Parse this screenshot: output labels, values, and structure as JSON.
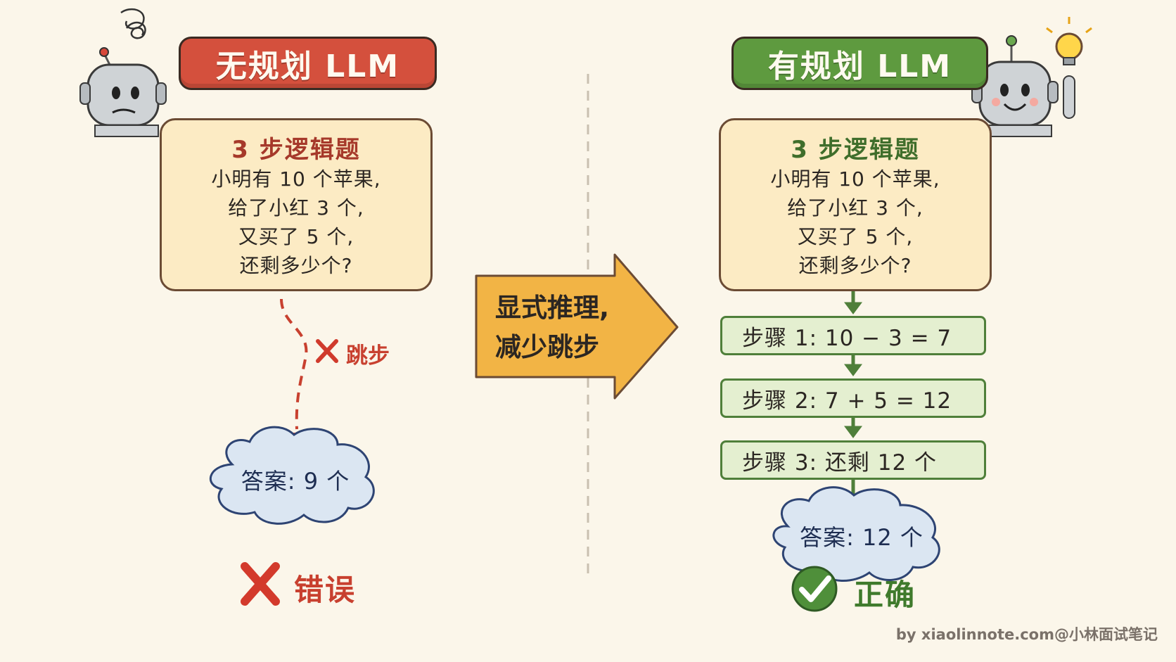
{
  "left": {
    "banner": "无规划 LLM",
    "card": {
      "title": "3 步逻辑题",
      "lines": [
        "小明有 10 个苹果,",
        "给了小红 3 个,",
        "又买了 5 个,",
        "还剩多少个?"
      ]
    },
    "skip_label": "跳步",
    "answer": "答案: 9 个",
    "verdict": "错误"
  },
  "center": {
    "arrow_line1": "显式推理,",
    "arrow_line2": "减少跳步"
  },
  "right": {
    "banner": "有规划 LLM",
    "card": {
      "title": "3 步逻辑题",
      "lines": [
        "小明有 10 个苹果,",
        "给了小红 3 个,",
        "又买了 5 个,",
        "还剩多少个?"
      ]
    },
    "steps": [
      "步骤 1: 10 − 3 = 7",
      "步骤 2: 7 + 5 = 12",
      "步骤 3: 还剩 12 个"
    ],
    "answer": "答案: 12 个",
    "verdict": "正确"
  },
  "footer": "by xiaolinnote.com@小林面试笔记",
  "colors": {
    "red": "#d4503d",
    "green": "#5e9a3f",
    "card_bg": "#fcebc4",
    "step_bg": "#e4efd0",
    "cloud_bg": "#dbe6f2",
    "arrow": "#f2b445"
  }
}
